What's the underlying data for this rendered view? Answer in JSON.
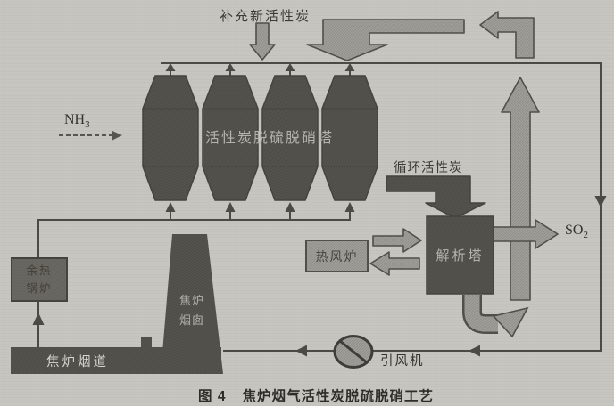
{
  "figure": {
    "caption_prefix": "图 4",
    "caption_text": "焦炉烟气活性炭脱硫脱硝工艺"
  },
  "labels": {
    "makeup_carbon": "补充新活性炭",
    "nh3_main": "NH",
    "nh3_sub": "3",
    "adsorber_tower": "活性炭脱硫脱硝塔",
    "recycle_carbon": "循环活性炭",
    "regenerator": "解析塔",
    "hot_blast_stove": "热风炉",
    "so2_main": "SO",
    "so2_sub": "2",
    "waste_heat_boiler_line1": "余热",
    "waste_heat_boiler_line2": "锅炉",
    "chimney_line1": "焦炉",
    "chimney_line2": "烟囱",
    "flue_duct": "焦炉烟道",
    "induced_draft_fan": "引风机"
  },
  "colors": {
    "background": "#c7c5c0",
    "dark_shape": "#4e4d48",
    "medium_shape": "#64625c",
    "light_arrow": "#a09e99",
    "line": "#4b4a45",
    "light_text_on_dark": "#b4b3ad",
    "caption_text": "#2e2d28"
  },
  "flows": [
    "补充新活性炭 → 活性炭脱硫脱硝塔",
    "NH3 → 活性炭脱硫脱硝塔",
    "焦炉烟道 → 余热锅炉 → 活性炭脱硫脱硝塔",
    "活性炭脱硫脱硝塔 → 循环活性炭 → 解析塔",
    "热风炉 ⇄ 解析塔",
    "解析塔 → SO2",
    "解析塔 → 活性炭脱硫脱硝塔 (活性炭循环提升)",
    "烟气循环管线经 引风机 回 焦炉烟道"
  ]
}
